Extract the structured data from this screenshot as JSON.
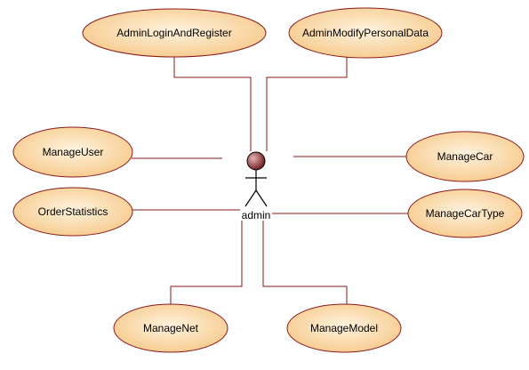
{
  "diagram": {
    "type": "use-case",
    "actor": {
      "name": "admin"
    },
    "use_cases": [
      {
        "id": "admin-login-and-register",
        "label": "AdminLoginAndRegister"
      },
      {
        "id": "admin-modify-personal-data",
        "label": "AdminModifyPersonalData"
      },
      {
        "id": "manage-user",
        "label": "ManageUser"
      },
      {
        "id": "manage-car",
        "label": "ManageCar"
      },
      {
        "id": "order-statistics",
        "label": "OrderStatistics"
      },
      {
        "id": "manage-car-type",
        "label": "ManageCarType"
      },
      {
        "id": "manage-net",
        "label": "ManageNet"
      },
      {
        "id": "manage-model",
        "label": "ManageModel"
      }
    ],
    "associations": [
      {
        "from": "admin",
        "to": "admin-login-and-register"
      },
      {
        "from": "admin",
        "to": "admin-modify-personal-data"
      },
      {
        "from": "admin",
        "to": "manage-user"
      },
      {
        "from": "admin",
        "to": "manage-car"
      },
      {
        "from": "admin",
        "to": "order-statistics"
      },
      {
        "from": "admin",
        "to": "manage-car-type"
      },
      {
        "from": "admin",
        "to": "manage-net"
      },
      {
        "from": "admin",
        "to": "manage-model"
      }
    ],
    "colors": {
      "usecase_fill_center": "#fff3df",
      "usecase_fill_edge": "#f6c98a",
      "usecase_stroke": "#8b1a1a",
      "line": "#8b1a1a",
      "actor_head_light": "#e6b3b3",
      "actor_head_dark": "#6b1818",
      "actor_body": "#000000"
    }
  }
}
